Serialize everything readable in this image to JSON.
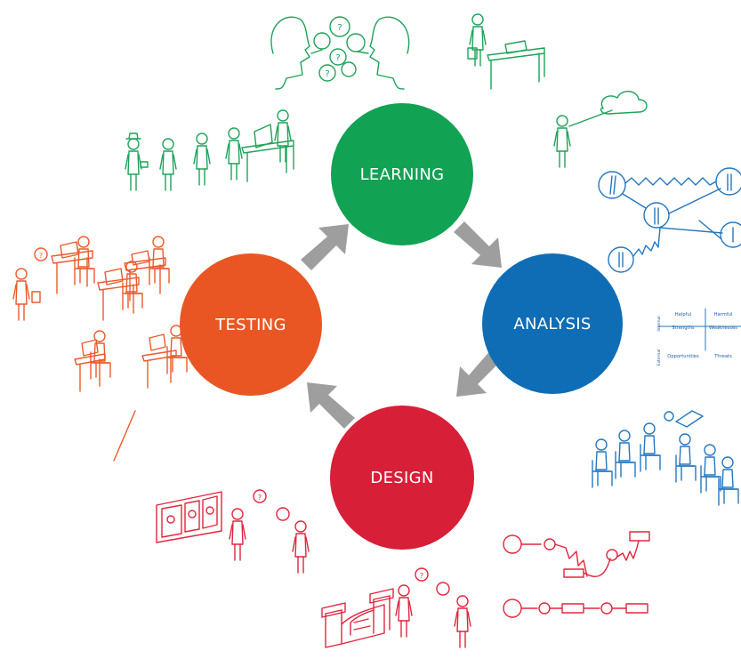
{
  "colors": {
    "learning": "#12a253",
    "analysis": "#0f6db5",
    "design": "#d71f37",
    "testing": "#ea5623",
    "arrow": "#9e9e9e",
    "sketch_green": "#1fa35a",
    "sketch_blue": "#2477c0",
    "sketch_red": "#e0263f",
    "sketch_orange": "#ec5a2c"
  },
  "cycle": {
    "learning": "LEARNING",
    "analysis": "ANALYSIS",
    "design": "DESIGN",
    "testing": "TESTING"
  },
  "swot": {
    "col_helpful": "Helpful",
    "col_harmful": "Harmful",
    "row_internal": "Internal",
    "row_external": "External",
    "strengths": "Strengths",
    "weaknesses": "Weaknesses",
    "opportunities": "Opportunities",
    "threats": "Threats"
  },
  "sketch_labels": {
    "question_mark": "?"
  }
}
